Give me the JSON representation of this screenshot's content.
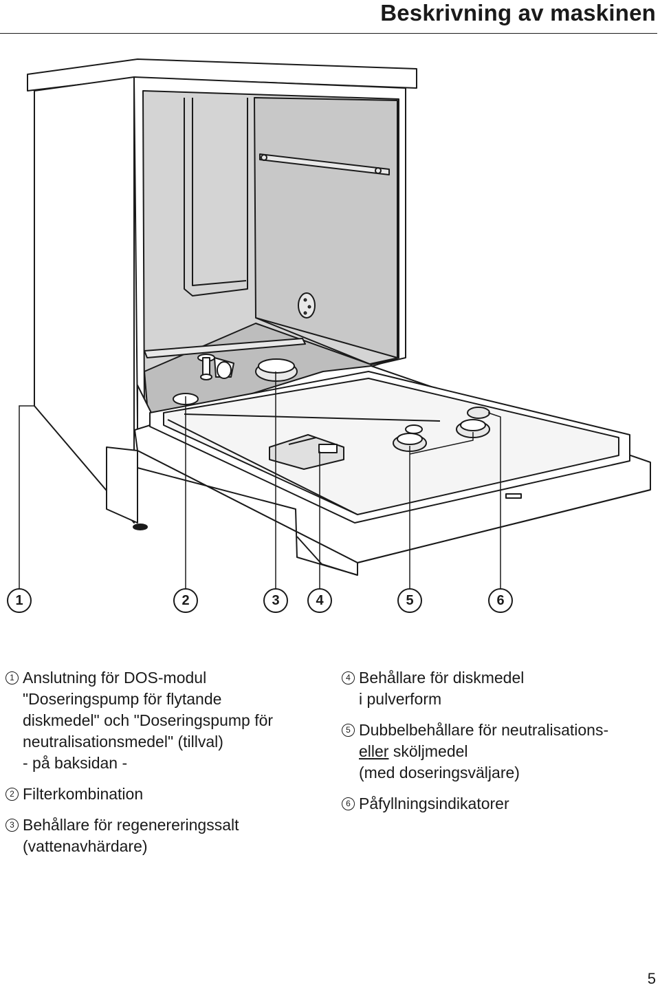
{
  "header": {
    "title": "Beskrivning av maskinen"
  },
  "callouts": [
    "1",
    "2",
    "3",
    "4",
    "5",
    "6"
  ],
  "legend": {
    "left": [
      {
        "number": "1",
        "lines": [
          "Anslutning för DOS-modul",
          "\"Doseringspump för flytande",
          "diskmedel\"  och \"Doseringspump för",
          "neutralisationsmedel\" (tillval)",
          "- på baksidan -"
        ]
      },
      {
        "number": "2",
        "lines": [
          "Filterkombination"
        ]
      },
      {
        "number": "3",
        "lines": [
          "Behållare för regenereringssalt",
          "(vattenavhärdare)"
        ]
      }
    ],
    "right": [
      {
        "number": "4",
        "lines": [
          "Behållare för diskmedel",
          "i pulverform"
        ]
      },
      {
        "number": "5",
        "lines": [
          "Dubbelbehållare för neutralisations-"
        ],
        "underlined": "eller",
        "rest": " sköljmedel",
        "last": "(med doseringsväljare)"
      },
      {
        "number": "6",
        "lines": [
          "Påfyllningsindikatorer"
        ]
      }
    ]
  },
  "page_number": "5"
}
